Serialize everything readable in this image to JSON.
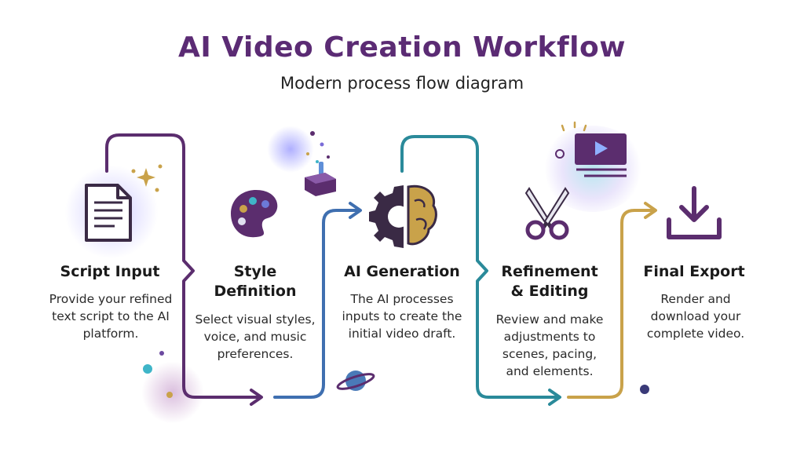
{
  "header": {
    "title": "AI Video Creation Workflow",
    "subtitle": "Modern process flow diagram"
  },
  "steps": [
    {
      "icon": "document-icon",
      "title": "Script Input",
      "description": "Provide your refined text script to the AI platform."
    },
    {
      "icon": "palette-icon",
      "title": "Style Definition",
      "description": "Select visual styles, voice, and music preferences."
    },
    {
      "icon": "gear-brain-icon",
      "title": "AI Generation",
      "description": "The AI processes inputs to create the initial video draft."
    },
    {
      "icon": "scissors-icon",
      "title": "Refinement & Editing",
      "description": "Review and make adjustments to scenes, pacing, and elements."
    },
    {
      "icon": "download-icon",
      "title": "Final Export",
      "description": "Render and download your complete video."
    }
  ],
  "colors": {
    "title": "#5b2b74",
    "purple": "#5b2d6e",
    "blue": "#3f6fb0",
    "teal": "#2a8a9a",
    "gold": "#c9a24a",
    "icon_dark": "#3a2a45"
  }
}
